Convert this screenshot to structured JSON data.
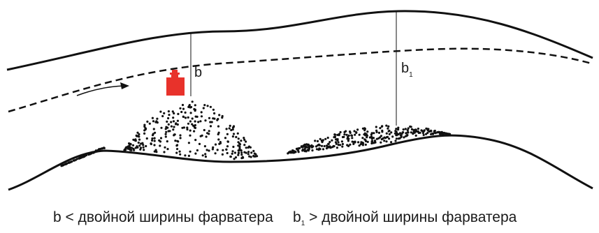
{
  "labels": {
    "b": "b",
    "b1_main": "b",
    "b1_sub": "1"
  },
  "captions": {
    "left_symbol": "b",
    "left_operator": "<",
    "left_text": "двойной ширины фарватера",
    "right_symbol": "b",
    "right_sub": "1",
    "right_operator": ">",
    "right_text": "двойной ширины фарватера"
  },
  "colors": {
    "line": "#111111",
    "buoy": "#e8322b",
    "dots": "#111111"
  }
}
